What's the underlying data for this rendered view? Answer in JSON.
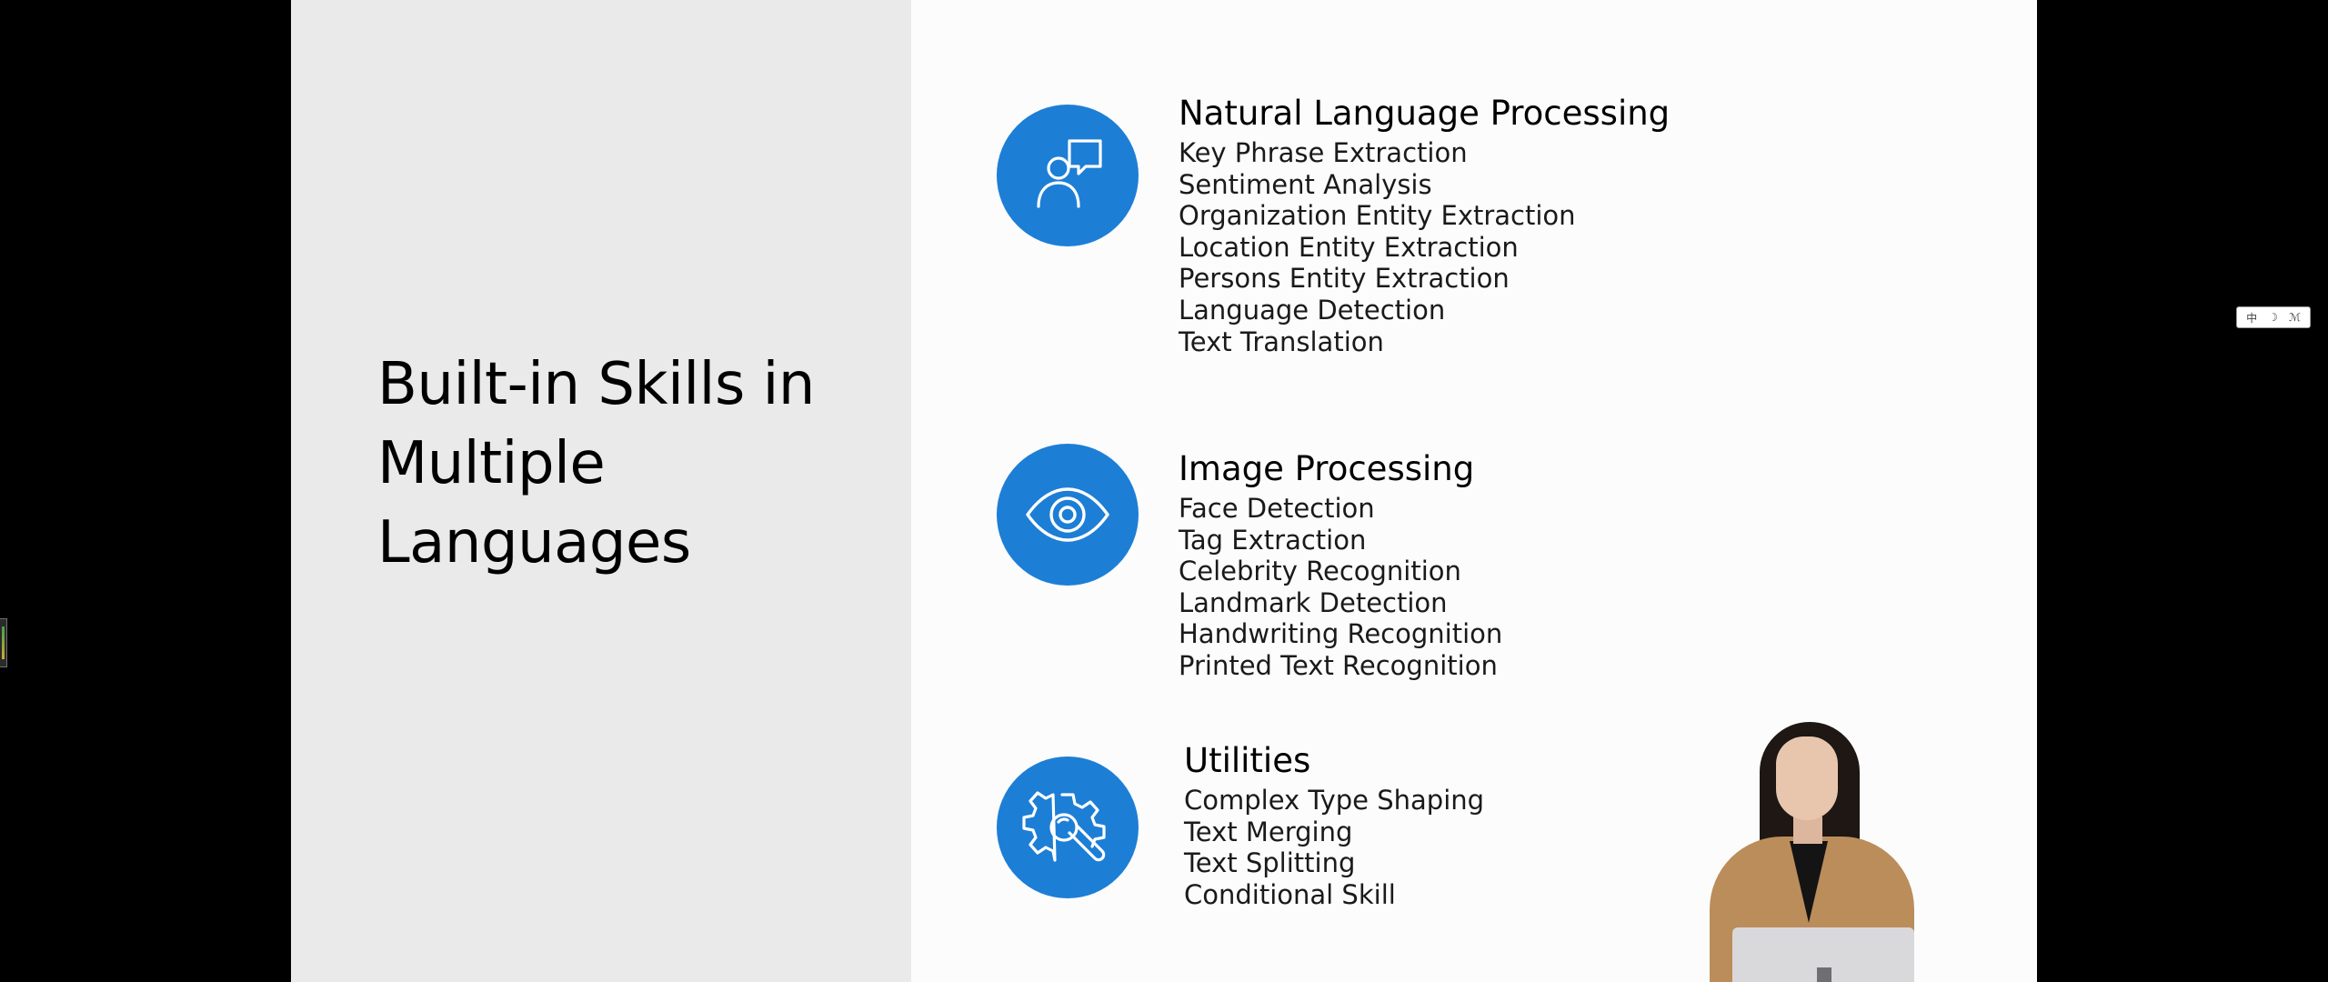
{
  "slide": {
    "title": "Built-in Skills in Multiple Languages",
    "sections": [
      {
        "heading": "Natural Language Processing",
        "icon": "person-speech-bubble-icon",
        "items": [
          "Key Phrase Extraction",
          "Sentiment Analysis",
          "Organization Entity Extraction",
          "Location Entity Extraction",
          "Persons Entity Extraction",
          "Language Detection",
          "Text Translation"
        ]
      },
      {
        "heading": "Image Processing",
        "icon": "eye-icon",
        "items": [
          "Face Detection",
          "Tag Extraction",
          "Celebrity Recognition",
          "Landmark Detection",
          "Handwriting Recognition",
          "Printed Text Recognition"
        ]
      },
      {
        "heading": "Utilities",
        "icon": "gear-wrench-icon",
        "items": [
          "Complex Type Shaping",
          "Text Merging",
          "Text Splitting",
          "Conditional Skill"
        ]
      }
    ]
  },
  "ime_toolbar": {
    "lang": "中",
    "mode": "☽",
    "width": "ℳ"
  },
  "colors": {
    "background": "#000000",
    "slide_bg": "#fcfcfc",
    "left_panel_bg": "#eaeaea",
    "icon_circle": "#1d7ed6",
    "text": "#000000"
  }
}
